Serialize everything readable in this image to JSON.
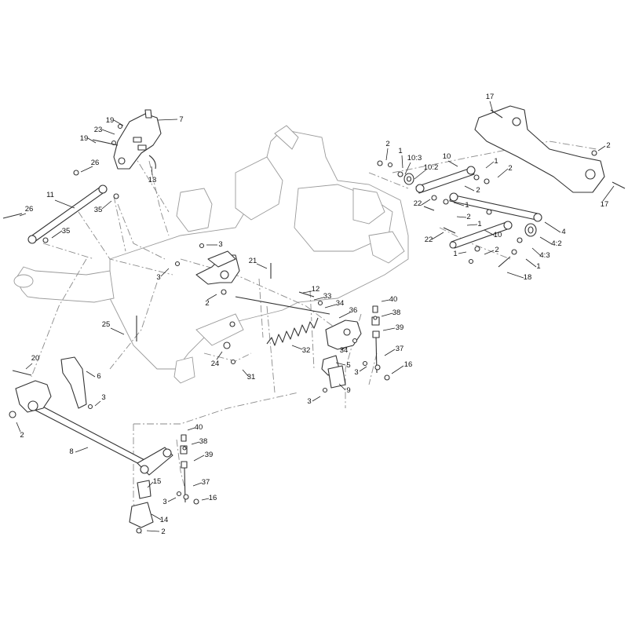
{
  "callouts": [
    {
      "id": "c1",
      "text": "17"
    },
    {
      "id": "c2",
      "text": "7"
    },
    {
      "id": "c3",
      "text": "19"
    },
    {
      "id": "c4",
      "text": "23"
    },
    {
      "id": "c5",
      "text": "19"
    },
    {
      "id": "c6",
      "text": "26"
    },
    {
      "id": "c7",
      "text": "13"
    },
    {
      "id": "c8",
      "text": "11"
    },
    {
      "id": "c9",
      "text": "26"
    },
    {
      "id": "c10",
      "text": "35"
    },
    {
      "id": "c11",
      "text": "35"
    },
    {
      "id": "c12",
      "text": "2"
    },
    {
      "id": "c13",
      "text": "1"
    },
    {
      "id": "c14",
      "text": "10:3"
    },
    {
      "id": "c15",
      "text": "10:2"
    },
    {
      "id": "c16",
      "text": "10"
    },
    {
      "id": "c17",
      "text": "1"
    },
    {
      "id": "c18",
      "text": "2"
    },
    {
      "id": "c19",
      "text": "2"
    },
    {
      "id": "c20",
      "text": "2"
    },
    {
      "id": "c21",
      "text": "22"
    },
    {
      "id": "c22",
      "text": "1"
    },
    {
      "id": "c23",
      "text": "2"
    },
    {
      "id": "c24",
      "text": "1"
    },
    {
      "id": "c25",
      "text": "17"
    },
    {
      "id": "c26",
      "text": "4"
    },
    {
      "id": "c27",
      "text": "22"
    },
    {
      "id": "c28",
      "text": "10"
    },
    {
      "id": "c29",
      "text": "4:2"
    },
    {
      "id": "c30",
      "text": "1"
    },
    {
      "id": "c31",
      "text": "2"
    },
    {
      "id": "c32",
      "text": "4:3"
    },
    {
      "id": "c33",
      "text": "1"
    },
    {
      "id": "c34",
      "text": "18"
    },
    {
      "id": "c35",
      "text": "3"
    },
    {
      "id": "c36",
      "text": "21"
    },
    {
      "id": "c37",
      "text": "3"
    },
    {
      "id": "c38",
      "text": "2"
    },
    {
      "id": "c39",
      "text": "12"
    },
    {
      "id": "c40",
      "text": "33"
    },
    {
      "id": "c41",
      "text": "34"
    },
    {
      "id": "c42",
      "text": "36"
    },
    {
      "id": "c43",
      "text": "40"
    },
    {
      "id": "c44",
      "text": "38"
    },
    {
      "id": "c45",
      "text": "25"
    },
    {
      "id": "c46",
      "text": "32"
    },
    {
      "id": "c47",
      "text": "34"
    },
    {
      "id": "c48",
      "text": "39"
    },
    {
      "id": "c49",
      "text": "37"
    },
    {
      "id": "c50",
      "text": "24"
    },
    {
      "id": "c51",
      "text": "5"
    },
    {
      "id": "c52",
      "text": "3"
    },
    {
      "id": "c53",
      "text": "16"
    },
    {
      "id": "c54",
      "text": "20"
    },
    {
      "id": "c55",
      "text": "31"
    },
    {
      "id": "c56",
      "text": "6"
    },
    {
      "id": "c57",
      "text": "9"
    },
    {
      "id": "c58",
      "text": "3"
    },
    {
      "id": "c59",
      "text": "3"
    },
    {
      "id": "c60",
      "text": "2"
    },
    {
      "id": "c61",
      "text": "8"
    },
    {
      "id": "c62",
      "text": "40"
    },
    {
      "id": "c63",
      "text": "38"
    },
    {
      "id": "c64",
      "text": "39"
    },
    {
      "id": "c65",
      "text": "15"
    },
    {
      "id": "c66",
      "text": "37"
    },
    {
      "id": "c67",
      "text": "3"
    },
    {
      "id": "c68",
      "text": "16"
    },
    {
      "id": "c69",
      "text": "14"
    },
    {
      "id": "c70",
      "text": "2"
    }
  ]
}
